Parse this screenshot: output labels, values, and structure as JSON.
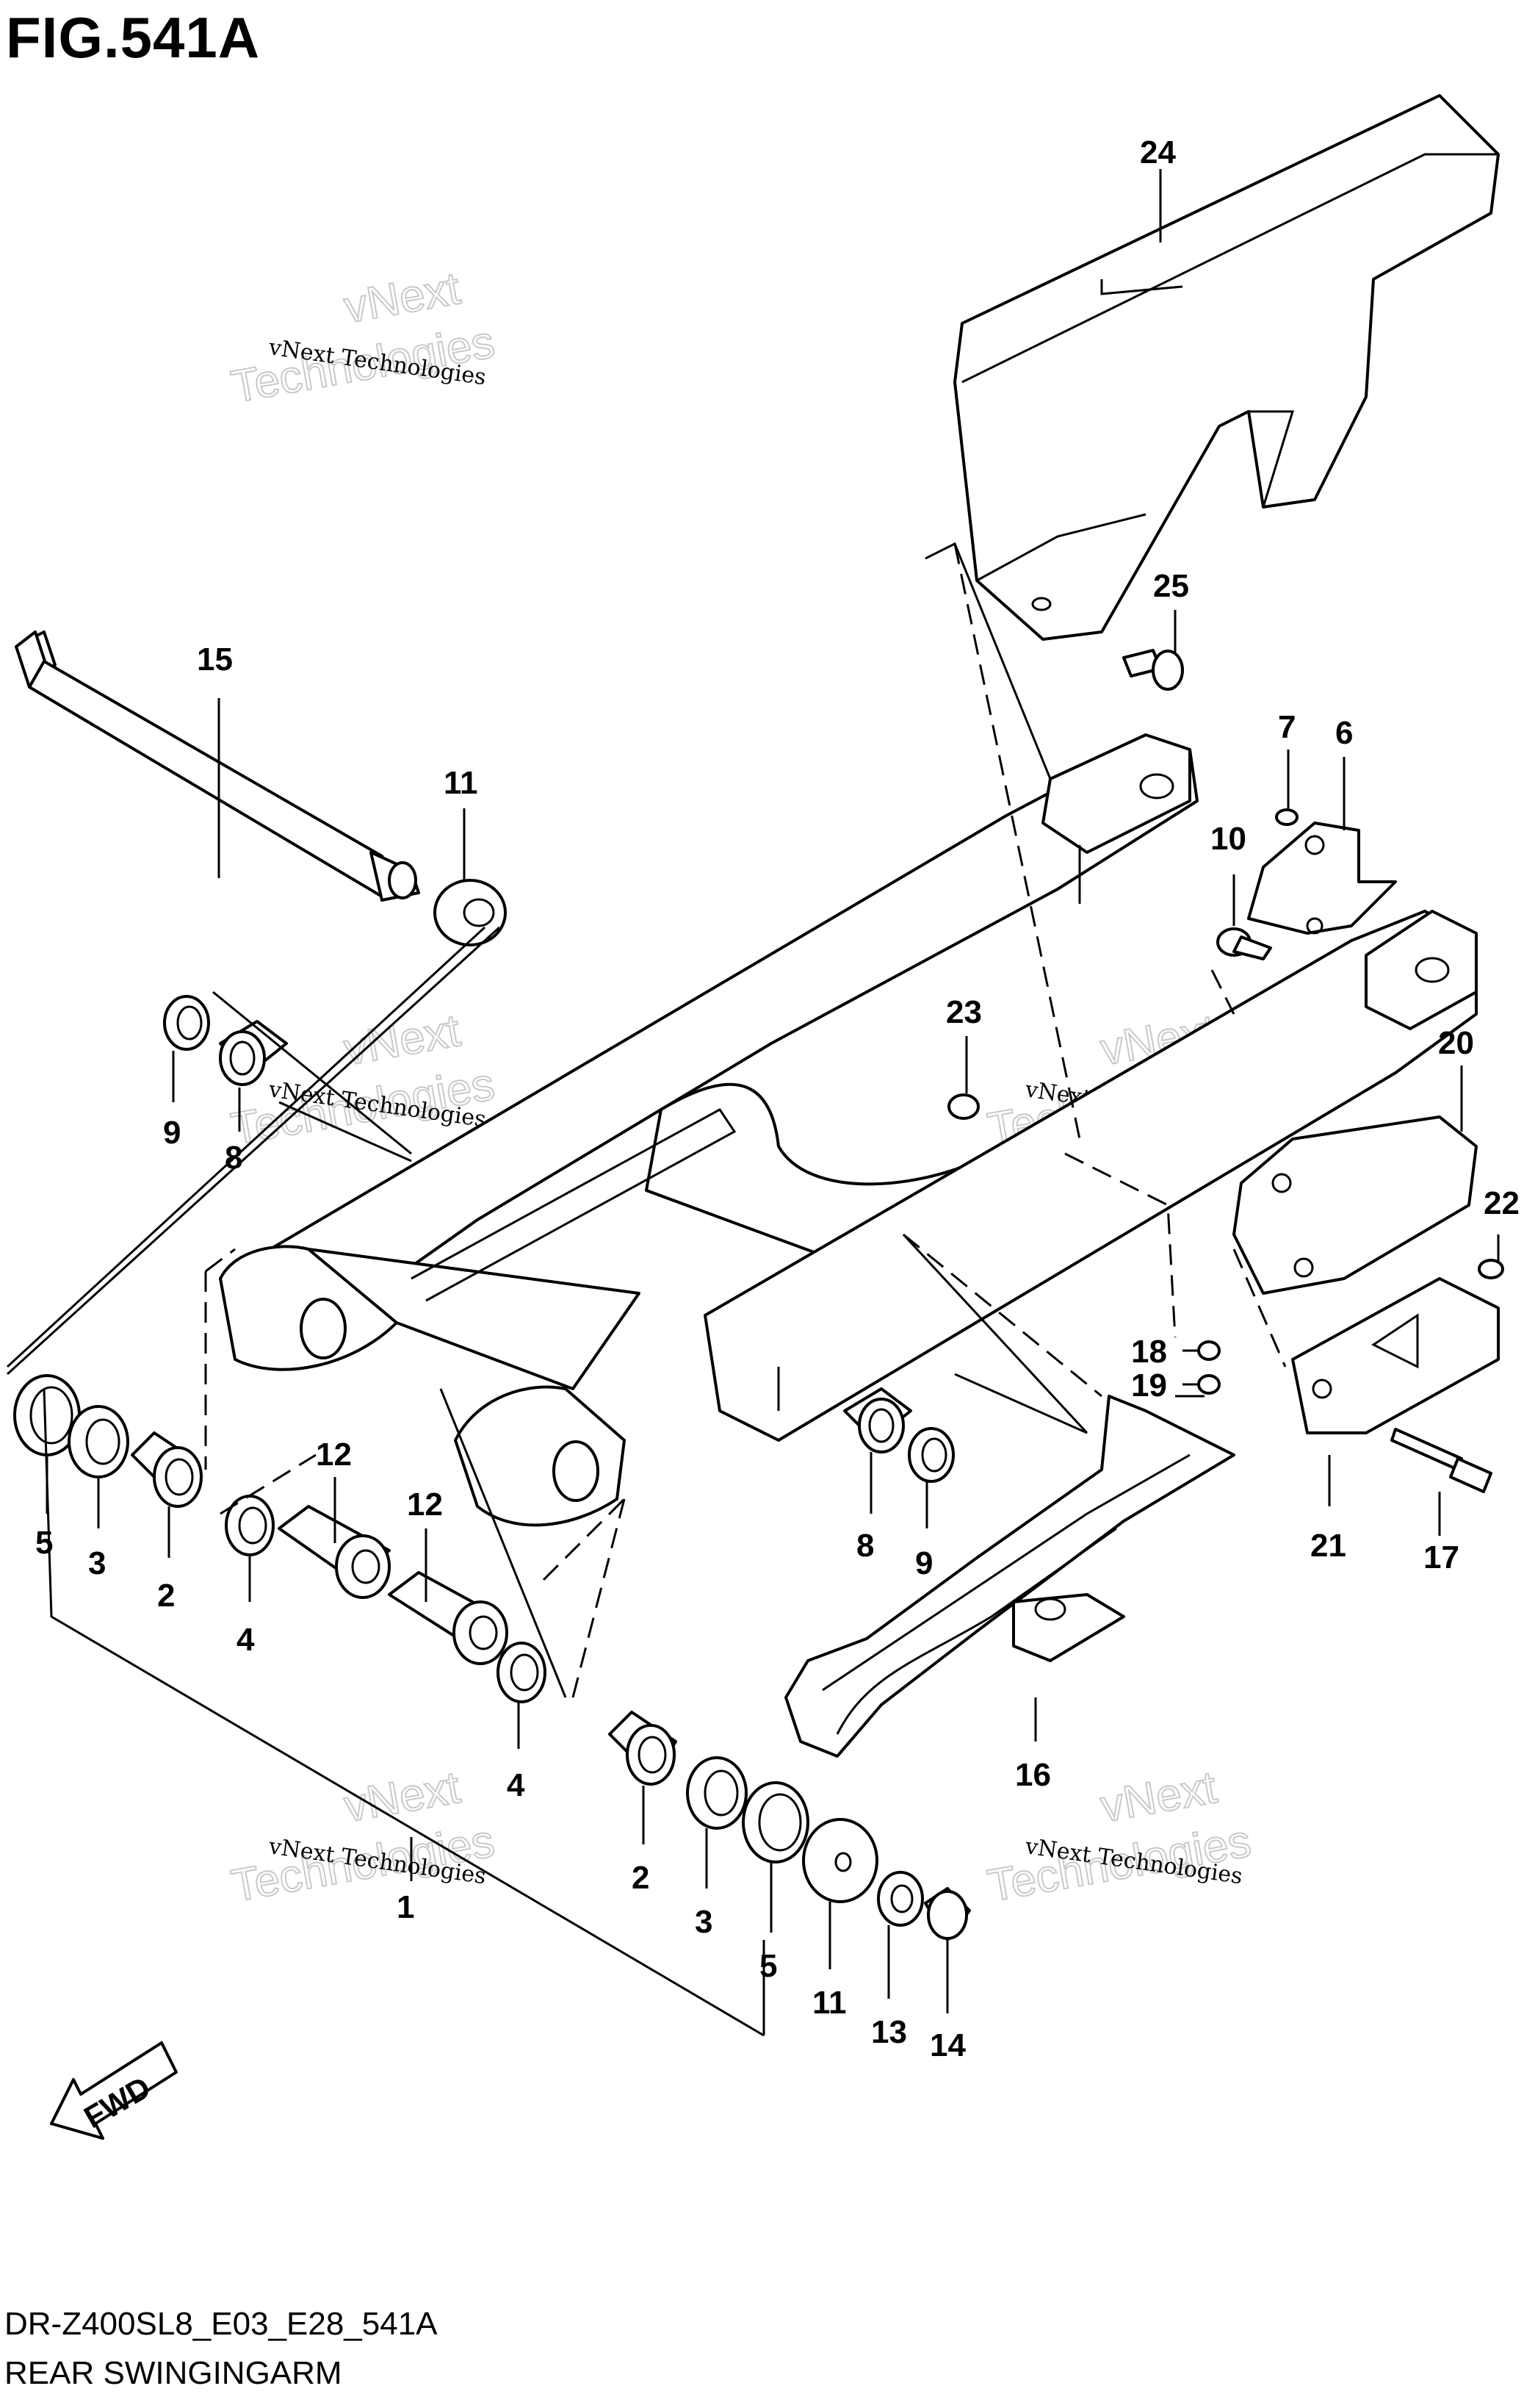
{
  "figure": {
    "title": "FIG.541A",
    "code": "DR-Z400SL8_E03_E28_541A",
    "name": "REAR SWINGINGARM"
  },
  "watermark": {
    "brand_small": "vNext Technologies",
    "brand_large_1": "vNext",
    "brand_large_2": "Technologies"
  },
  "direction_label": "FWD",
  "callouts": [
    {
      "id": "c1",
      "label": "1"
    },
    {
      "id": "c2a",
      "label": "2"
    },
    {
      "id": "c2b",
      "label": "2"
    },
    {
      "id": "c3a",
      "label": "3"
    },
    {
      "id": "c3b",
      "label": "3"
    },
    {
      "id": "c4a",
      "label": "4"
    },
    {
      "id": "c4b",
      "label": "4"
    },
    {
      "id": "c5a",
      "label": "5"
    },
    {
      "id": "c5b",
      "label": "5"
    },
    {
      "id": "c6",
      "label": "6"
    },
    {
      "id": "c7",
      "label": "7"
    },
    {
      "id": "c8a",
      "label": "8"
    },
    {
      "id": "c8b",
      "label": "8"
    },
    {
      "id": "c9a",
      "label": "9"
    },
    {
      "id": "c9b",
      "label": "9"
    },
    {
      "id": "c10",
      "label": "10"
    },
    {
      "id": "c11a",
      "label": "11"
    },
    {
      "id": "c11b",
      "label": "11"
    },
    {
      "id": "c12a",
      "label": "12"
    },
    {
      "id": "c12b",
      "label": "12"
    },
    {
      "id": "c13",
      "label": "13"
    },
    {
      "id": "c14",
      "label": "14"
    },
    {
      "id": "c15",
      "label": "15"
    },
    {
      "id": "c16",
      "label": "16"
    },
    {
      "id": "c17",
      "label": "17"
    },
    {
      "id": "c18",
      "label": "18"
    },
    {
      "id": "c19",
      "label": "19"
    },
    {
      "id": "c20",
      "label": "20"
    },
    {
      "id": "c21",
      "label": "21"
    },
    {
      "id": "c22",
      "label": "22"
    },
    {
      "id": "c23",
      "label": "23"
    },
    {
      "id": "c24",
      "label": "24"
    },
    {
      "id": "c25",
      "label": "25"
    }
  ]
}
